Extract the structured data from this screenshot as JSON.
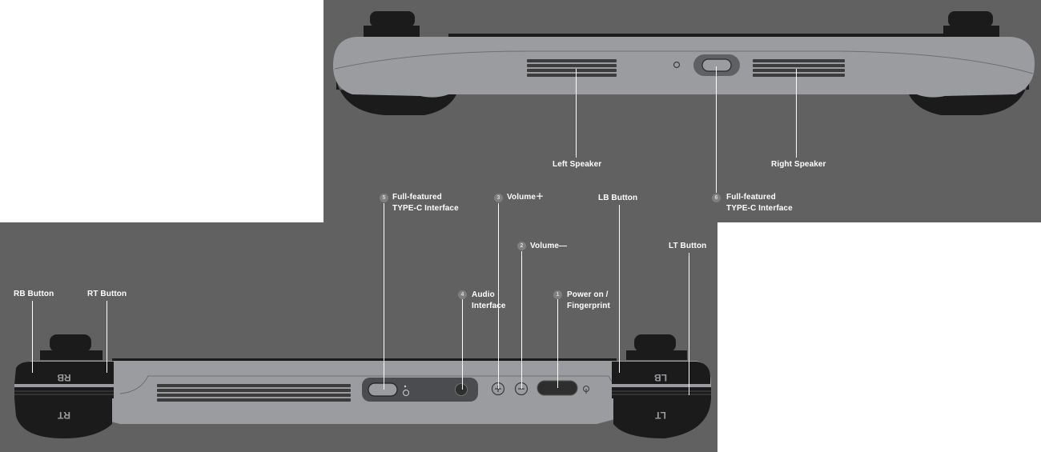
{
  "colors": {
    "background": "#616161",
    "device_body": "#9a9c9f",
    "device_dark": "#1b1b1b",
    "label_text": "#ffffff",
    "badge": "#7f7f7f"
  },
  "top_view": {
    "labels": {
      "left_speaker": "Left Speaker",
      "right_speaker": "Right Speaker",
      "lb_button": "LB Button",
      "lt_button": "LT Button",
      "type_c_6_line1": "Full-featured",
      "type_c_6_line2": "TYPE-C Interface"
    },
    "numbers": {
      "type_c_6": "6"
    }
  },
  "bottom_view": {
    "labels": {
      "rb_button": "RB Button",
      "rt_button": "RT Button",
      "type_c_5_line1": "Full-featured",
      "type_c_5_line2": "TYPE-C Interface",
      "volume_plus": "Volume＋",
      "volume_minus": "Volume—",
      "audio_line1": "Audio",
      "audio_line2": "Interface",
      "power_line1": "Power on /",
      "power_line2": "Fingerprint"
    },
    "numbers": {
      "power": "1",
      "volume_minus": "2",
      "volume_plus": "3",
      "audio": "4",
      "type_c_5": "5"
    },
    "button_marks": {
      "rb": "RB",
      "rt": "RT",
      "lb": "LB",
      "lt": "LT"
    }
  }
}
